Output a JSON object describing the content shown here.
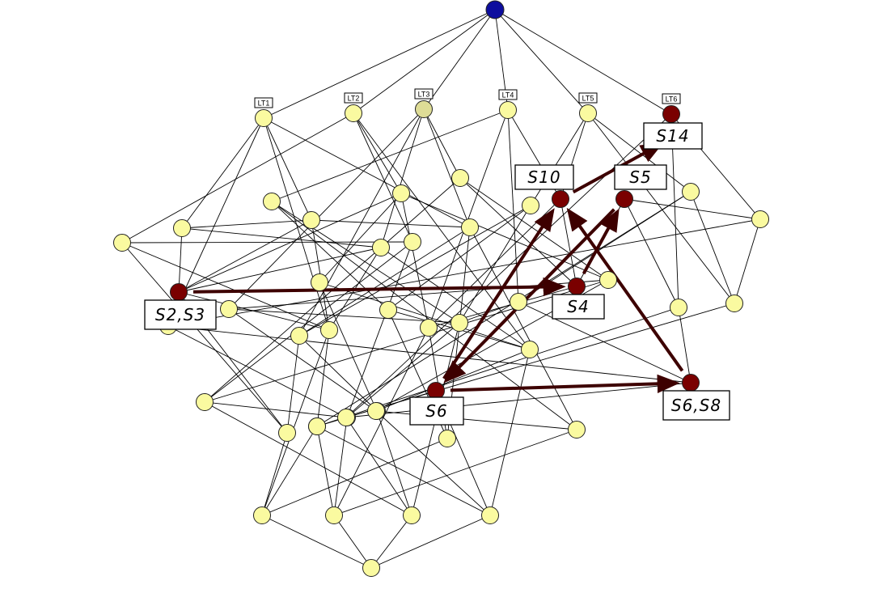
{
  "colors": {
    "top": "#0d0d9e",
    "normal": "#fafaa0",
    "highlight": "#7a0000",
    "muted": "#dedc96",
    "arrow": "#3d0000"
  },
  "nodes": [
    {
      "id": "top",
      "kind": "top"
    },
    {
      "id": "lt1",
      "kind": "normal",
      "label": "LT1"
    },
    {
      "id": "lt2",
      "kind": "normal",
      "label": "LT2"
    },
    {
      "id": "lt3",
      "kind": "muted",
      "label": "LT3"
    },
    {
      "id": "lt4",
      "kind": "normal",
      "label": "LT4"
    },
    {
      "id": "lt5",
      "kind": "normal",
      "label": "LT5"
    },
    {
      "id": "lt6",
      "kind": "highlight",
      "label": "LT6"
    },
    {
      "id": "a1",
      "kind": "normal"
    },
    {
      "id": "a2",
      "kind": "normal"
    },
    {
      "id": "a3",
      "kind": "normal"
    },
    {
      "id": "a4",
      "kind": "normal"
    },
    {
      "id": "a5",
      "kind": "normal"
    },
    {
      "id": "a6",
      "kind": "normal"
    },
    {
      "id": "s10",
      "kind": "highlight",
      "label": "S10"
    },
    {
      "id": "s5",
      "kind": "highlight",
      "label": "S5"
    },
    {
      "id": "a7",
      "kind": "normal"
    },
    {
      "id": "a8",
      "kind": "normal"
    },
    {
      "id": "b1",
      "kind": "normal"
    },
    {
      "id": "b2",
      "kind": "normal"
    },
    {
      "id": "b3",
      "kind": "normal"
    },
    {
      "id": "b4",
      "kind": "normal"
    },
    {
      "id": "b5",
      "kind": "normal"
    },
    {
      "id": "s23",
      "kind": "highlight",
      "label": "S2,S3"
    },
    {
      "id": "b6",
      "kind": "normal"
    },
    {
      "id": "b7",
      "kind": "normal"
    },
    {
      "id": "b8",
      "kind": "normal"
    },
    {
      "id": "s4",
      "kind": "highlight",
      "label": "S4"
    },
    {
      "id": "b9",
      "kind": "normal"
    },
    {
      "id": "b10",
      "kind": "normal"
    },
    {
      "id": "b11",
      "kind": "normal"
    },
    {
      "id": "b12",
      "kind": "normal"
    },
    {
      "id": "c1",
      "kind": "normal"
    },
    {
      "id": "c2",
      "kind": "normal"
    },
    {
      "id": "c3",
      "kind": "normal"
    },
    {
      "id": "c4",
      "kind": "normal"
    },
    {
      "id": "c5",
      "kind": "normal"
    },
    {
      "id": "c6",
      "kind": "normal"
    },
    {
      "id": "s6",
      "kind": "highlight",
      "label": "S6"
    },
    {
      "id": "s68",
      "kind": "highlight",
      "label": "S6,S8"
    },
    {
      "id": "c7",
      "kind": "normal"
    },
    {
      "id": "d1",
      "kind": "normal"
    },
    {
      "id": "d2",
      "kind": "normal"
    },
    {
      "id": "d3",
      "kind": "normal"
    },
    {
      "id": "d4",
      "kind": "normal"
    },
    {
      "id": "d5",
      "kind": "normal"
    },
    {
      "id": "d6",
      "kind": "normal"
    },
    {
      "id": "d7",
      "kind": "normal"
    },
    {
      "id": "d8",
      "kind": "normal"
    },
    {
      "id": "e1",
      "kind": "normal"
    },
    {
      "id": "e2",
      "kind": "normal"
    },
    {
      "id": "e3",
      "kind": "normal"
    },
    {
      "id": "e4",
      "kind": "normal"
    },
    {
      "id": "bottom",
      "kind": "normal"
    }
  ],
  "edges": [
    [
      "top",
      "lt1"
    ],
    [
      "top",
      "lt2"
    ],
    [
      "top",
      "lt3"
    ],
    [
      "top",
      "lt4"
    ],
    [
      "top",
      "lt5"
    ],
    [
      "top",
      "lt6"
    ],
    [
      "lt1",
      "a1"
    ],
    [
      "lt1",
      "b1"
    ],
    [
      "lt1",
      "b4"
    ],
    [
      "lt1",
      "b12"
    ],
    [
      "lt1",
      "c2"
    ],
    [
      "lt2",
      "a3"
    ],
    [
      "lt2",
      "b3"
    ],
    [
      "lt2",
      "c5"
    ],
    [
      "lt2",
      "a7"
    ],
    [
      "lt3",
      "a4"
    ],
    [
      "lt3",
      "b2"
    ],
    [
      "lt3",
      "b5"
    ],
    [
      "lt3",
      "c1"
    ],
    [
      "lt4",
      "b10"
    ],
    [
      "lt4",
      "a2"
    ],
    [
      "lt4",
      "s10"
    ],
    [
      "lt4",
      "c3"
    ],
    [
      "lt5",
      "s10"
    ],
    [
      "lt5",
      "b11"
    ],
    [
      "lt5",
      "a5"
    ],
    [
      "lt5",
      "a6"
    ],
    [
      "lt6",
      "s14x"
    ],
    [
      "lt6",
      "a8"
    ],
    [
      "lt6",
      "d8"
    ],
    [
      "lt6",
      "b9"
    ],
    [
      "a1",
      "b1"
    ],
    [
      "a1",
      "s23"
    ],
    [
      "a2",
      "b7"
    ],
    [
      "a2",
      "c7"
    ],
    [
      "a2",
      "c4"
    ],
    [
      "a3",
      "b6"
    ],
    [
      "a3",
      "b8"
    ],
    [
      "a3",
      "c3"
    ],
    [
      "a4",
      "s4"
    ],
    [
      "a4",
      "b8"
    ],
    [
      "a4",
      "c6"
    ],
    [
      "a5",
      "b7"
    ],
    [
      "a5",
      "c1"
    ],
    [
      "a5",
      "c4"
    ],
    [
      "a6",
      "b10"
    ],
    [
      "a6",
      "b11"
    ],
    [
      "a6",
      "d7"
    ],
    [
      "s10",
      "s4"
    ],
    [
      "s10",
      "c3"
    ],
    [
      "s5",
      "s4"
    ],
    [
      "s5",
      "a8"
    ],
    [
      "s5",
      "b9"
    ],
    [
      "a7",
      "b3"
    ],
    [
      "a7",
      "d1"
    ],
    [
      "a8",
      "b12"
    ],
    [
      "a8",
      "b11"
    ],
    [
      "b11",
      "d8"
    ],
    [
      "b1",
      "c2"
    ],
    [
      "b1",
      "s23"
    ],
    [
      "b2",
      "s23"
    ],
    [
      "b2",
      "c2"
    ],
    [
      "b2",
      "c5"
    ],
    [
      "b3",
      "d3"
    ],
    [
      "b3",
      "c6"
    ],
    [
      "b4",
      "c1"
    ],
    [
      "b4",
      "c7"
    ],
    [
      "b4",
      "d5"
    ],
    [
      "b5",
      "b8"
    ],
    [
      "b5",
      "c4"
    ],
    [
      "b5",
      "d6"
    ],
    [
      "s23",
      "c2"
    ],
    [
      "s23",
      "d1"
    ],
    [
      "b6",
      "c5"
    ],
    [
      "b6",
      "d4"
    ],
    [
      "b7",
      "c5"
    ],
    [
      "b7",
      "d5"
    ],
    [
      "b8",
      "d6"
    ],
    [
      "b8",
      "c6"
    ],
    [
      "s4",
      "c3"
    ],
    [
      "b9",
      "s68"
    ],
    [
      "b9",
      "d7"
    ],
    [
      "b10",
      "s68"
    ],
    [
      "b10",
      "c4"
    ],
    [
      "b12",
      "s68"
    ],
    [
      "b12",
      "d8"
    ],
    [
      "c1",
      "d1"
    ],
    [
      "c1",
      "d4"
    ],
    [
      "c2",
      "d2"
    ],
    [
      "c2",
      "e1"
    ],
    [
      "c3",
      "d5"
    ],
    [
      "c3",
      "e2"
    ],
    [
      "c4",
      "d3"
    ],
    [
      "c4",
      "e3"
    ],
    [
      "c5",
      "d6"
    ],
    [
      "c5",
      "e4"
    ],
    [
      "c6",
      "e3"
    ],
    [
      "c6",
      "d8"
    ],
    [
      "s6",
      "d7"
    ],
    [
      "s6",
      "e4"
    ],
    [
      "s68",
      "d8"
    ],
    [
      "c7",
      "d6"
    ],
    [
      "c7",
      "e2"
    ],
    [
      "d1",
      "e1"
    ],
    [
      "d2",
      "e1"
    ],
    [
      "d2",
      "e2"
    ],
    [
      "d3",
      "e2"
    ],
    [
      "d4",
      "e3"
    ],
    [
      "d5",
      "e1"
    ],
    [
      "d6",
      "e4"
    ],
    [
      "d7",
      "e4"
    ],
    [
      "d8",
      "e3"
    ],
    [
      "e1",
      "bottom"
    ],
    [
      "e2",
      "bottom"
    ],
    [
      "e3",
      "bottom"
    ],
    [
      "e4",
      "bottom"
    ],
    [
      "b1",
      "b4"
    ],
    [
      "a1",
      "b2"
    ],
    [
      "a3",
      "s23"
    ],
    [
      "lt3",
      "b4"
    ],
    [
      "a7",
      "c2"
    ]
  ],
  "arrows": [
    {
      "from": "s23",
      "to": "s4"
    },
    {
      "from": "s4",
      "to": "s5"
    },
    {
      "from": "s10",
      "to": "s14x"
    },
    {
      "from": "s5",
      "to": "s6"
    },
    {
      "from": "s6",
      "to": "s10"
    },
    {
      "from": "s6",
      "to": "s68"
    },
    {
      "from": "s68",
      "to": "s10"
    }
  ],
  "big_labels": [
    {
      "node": "s14x",
      "text": "S14"
    },
    {
      "node": "s10",
      "text": "S10"
    },
    {
      "node": "s5",
      "text": "S5"
    },
    {
      "node": "s23",
      "text": "S2,S3"
    },
    {
      "node": "s4",
      "text": "S4"
    },
    {
      "node": "s6",
      "text": "S6"
    },
    {
      "node": "s68",
      "text": "S6,S8"
    }
  ]
}
